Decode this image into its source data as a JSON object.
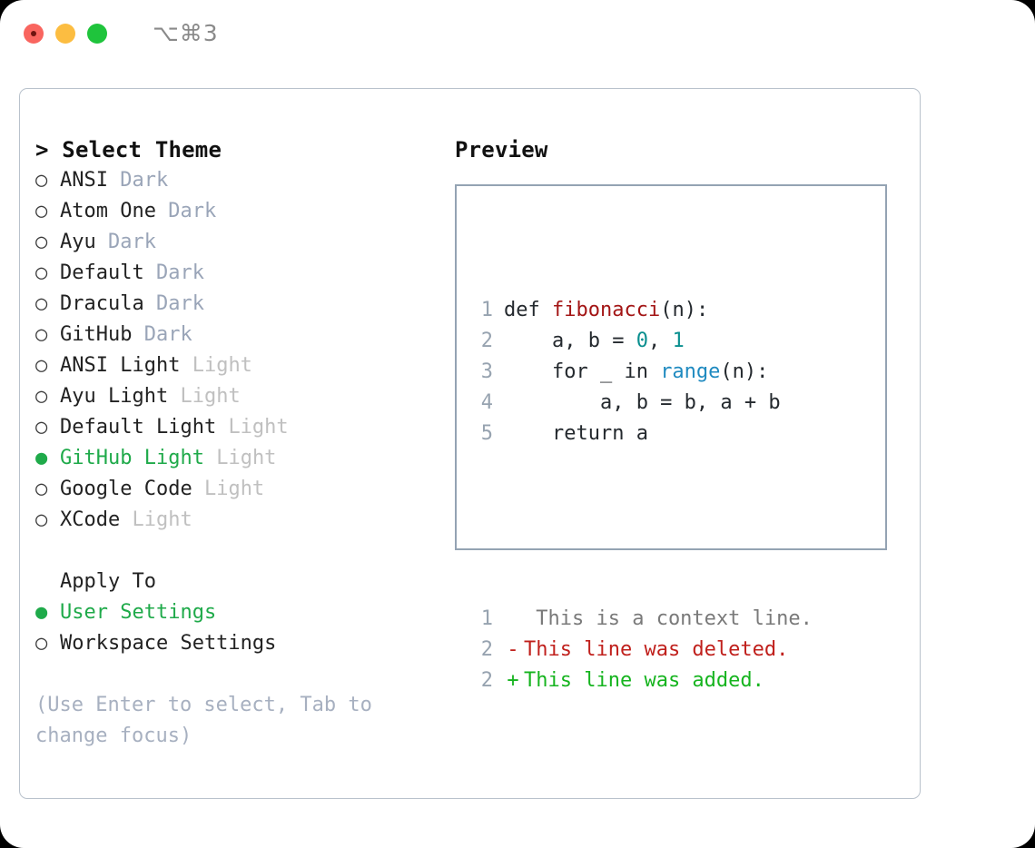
{
  "window": {
    "shortcut": "⌥⌘3",
    "traffic_lights": [
      "close-red",
      "minimize-yellow",
      "maximize-green"
    ]
  },
  "theme_panel": {
    "title": "> Select Theme",
    "options": [
      {
        "bullet": "○",
        "label": "ANSI",
        "badge": "Dark",
        "selected": false
      },
      {
        "bullet": "○",
        "label": "Atom One",
        "badge": "Dark",
        "selected": false
      },
      {
        "bullet": "○",
        "label": "Ayu",
        "badge": "Dark",
        "selected": false
      },
      {
        "bullet": "○",
        "label": "Default",
        "badge": "Dark",
        "selected": false
      },
      {
        "bullet": "○",
        "label": "Dracula",
        "badge": "Dark",
        "selected": false
      },
      {
        "bullet": "○",
        "label": "GitHub",
        "badge": "Dark",
        "selected": false
      },
      {
        "bullet": "○",
        "label": "ANSI Light",
        "badge": "Light",
        "selected": false
      },
      {
        "bullet": "○",
        "label": "Ayu Light",
        "badge": "Light",
        "selected": false
      },
      {
        "bullet": "○",
        "label": "Default Light",
        "badge": "Light",
        "selected": false
      },
      {
        "bullet": "●",
        "label": "GitHub Light",
        "badge": "Light",
        "selected": true
      },
      {
        "bullet": "○",
        "label": "Google Code",
        "badge": "Light",
        "selected": false
      },
      {
        "bullet": "○",
        "label": "XCode",
        "badge": "Light",
        "selected": false
      }
    ],
    "apply_to": {
      "heading": "Apply To",
      "options": [
        {
          "bullet": "●",
          "label": "User Settings",
          "selected": true
        },
        {
          "bullet": "○",
          "label": "Workspace Settings",
          "selected": false
        }
      ]
    },
    "hint": "(Use Enter to select, Tab to change focus)"
  },
  "preview": {
    "title": "Preview",
    "code_lines": [
      {
        "num": "1",
        "tokens": [
          {
            "text": "def ",
            "type": "plain"
          },
          {
            "text": "fibonacci",
            "type": "fn"
          },
          {
            "text": "(n):",
            "type": "plain"
          }
        ]
      },
      {
        "num": "2",
        "tokens": [
          {
            "text": "    a, b = ",
            "type": "plain"
          },
          {
            "text": "0",
            "type": "num"
          },
          {
            "text": ", ",
            "type": "plain"
          },
          {
            "text": "1",
            "type": "num"
          }
        ]
      },
      {
        "num": "3",
        "tokens": [
          {
            "text": "    for _ in ",
            "type": "plain"
          },
          {
            "text": "range",
            "type": "kw"
          },
          {
            "text": "(n):",
            "type": "plain"
          }
        ]
      },
      {
        "num": "4",
        "tokens": [
          {
            "text": "        a, b = b, a + b",
            "type": "plain"
          }
        ]
      },
      {
        "num": "5",
        "tokens": [
          {
            "text": "    return a",
            "type": "plain"
          }
        ]
      }
    ],
    "diff_lines": [
      {
        "num": "1",
        "marker": " ",
        "text": " This is a context line.",
        "kind": "context"
      },
      {
        "num": "2",
        "marker": "-",
        "text": "This line was deleted.",
        "kind": "deleted"
      },
      {
        "num": "2",
        "marker": "+",
        "text": "This line was added.",
        "kind": "added"
      }
    ]
  },
  "colors": {
    "selected_green": "#1faa4a",
    "added_green": "#16b41f",
    "deleted_red": "#c0201c",
    "function_red": "#a31515",
    "number_teal": "#0a8f8f",
    "keyword_blue": "#1f8ac0",
    "badge_dark": "#9aa5b8",
    "badge_light": "#c0c0c0",
    "hint_gray": "#a7b0c0",
    "line_number": "#97a3b0",
    "panel_border": "#b9c2cc",
    "preview_border": "#94a3b3"
  }
}
